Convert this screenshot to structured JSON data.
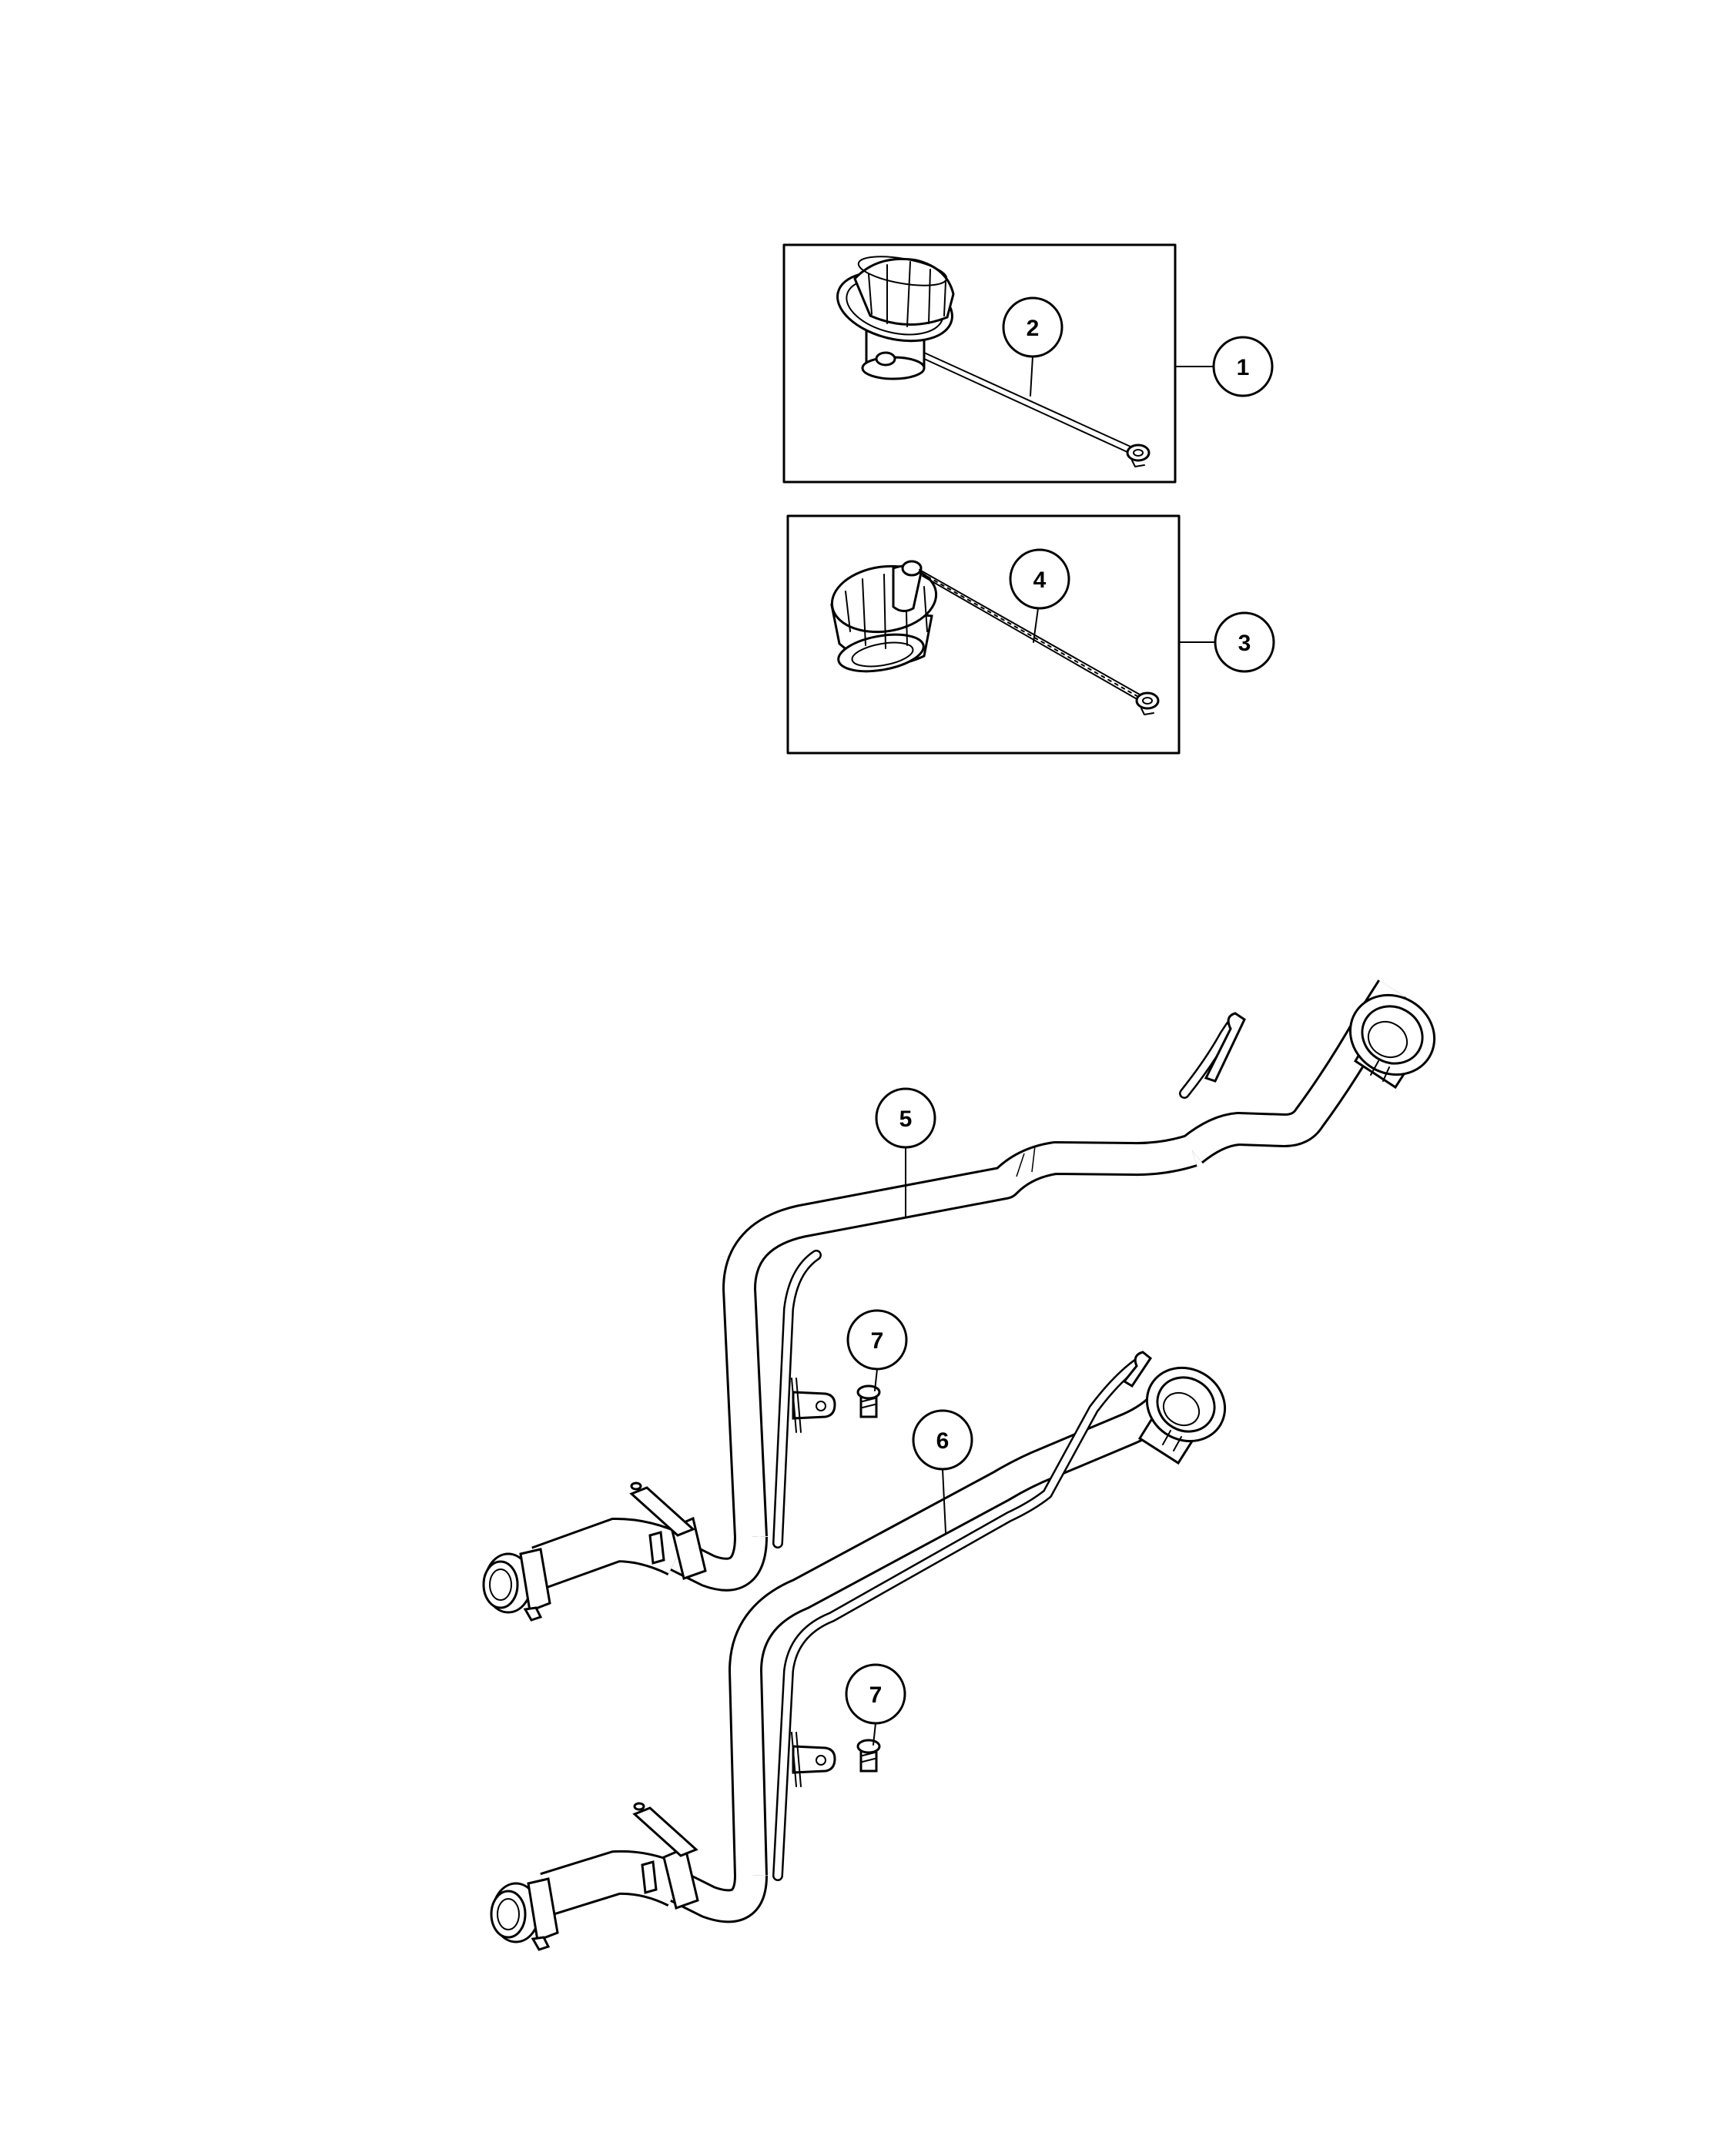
{
  "callouts": [
    {
      "id": "c1",
      "label": "1"
    },
    {
      "id": "c2",
      "label": "2"
    },
    {
      "id": "c3",
      "label": "3"
    },
    {
      "id": "c4",
      "label": "4"
    },
    {
      "id": "c5",
      "label": "5"
    },
    {
      "id": "c6",
      "label": "6"
    },
    {
      "id": "c7a",
      "label": "7"
    },
    {
      "id": "c7b",
      "label": "7"
    }
  ]
}
